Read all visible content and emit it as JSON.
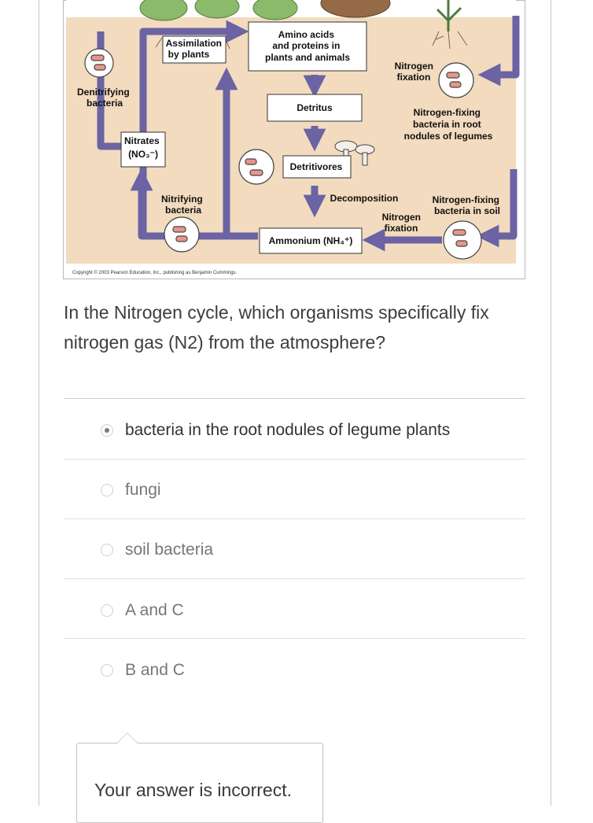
{
  "diagram": {
    "labels": {
      "amino_acids": [
        "Amino acids",
        "and proteins in",
        "plants and animals"
      ],
      "assimilation": [
        "Assimilation",
        "by plants"
      ],
      "nitrogen_fixation_top": [
        "Nitrogen",
        "fixation"
      ],
      "denitrifying": [
        "Denitrifying",
        "bacteria"
      ],
      "detritus": "Detritus",
      "nodules": [
        "Nitrogen-fixing",
        "bacteria in root",
        "nodules of legumes"
      ],
      "nitrates": [
        "Nitrates",
        "(NO₃⁻)"
      ],
      "detritivores": "Detritivores",
      "nitrifying": [
        "Nitrifying",
        "bacteria"
      ],
      "decomposition": "Decomposition",
      "soil_bacteria": [
        "Nitrogen-fixing",
        "bacteria in soil"
      ],
      "nitrogen_fixation_bottom": [
        "Nitrogen",
        "fixation"
      ],
      "ammonium": "Ammonium (NH₄⁺)",
      "copyright": "Copyright © 2003 Pearson Education, Inc., publishing as Benjamin Cummings."
    },
    "colors": {
      "soil": "#f2dbbe",
      "arrow": "#6b63a3",
      "box_border": "#333333",
      "cell": "#e6968a"
    }
  },
  "question": {
    "text": "In the Nitrogen cycle, which organisms specifically fix nitrogen gas (N2) from the atmosphere?"
  },
  "options": [
    {
      "label": "bacteria in the root nodules of legume plants",
      "selected": true
    },
    {
      "label": "fungi",
      "selected": false
    },
    {
      "label": "soil bacteria",
      "selected": false
    },
    {
      "label": "A and C",
      "selected": false
    },
    {
      "label": "B and C",
      "selected": false
    }
  ],
  "feedback": {
    "message": "Your answer is incorrect."
  }
}
